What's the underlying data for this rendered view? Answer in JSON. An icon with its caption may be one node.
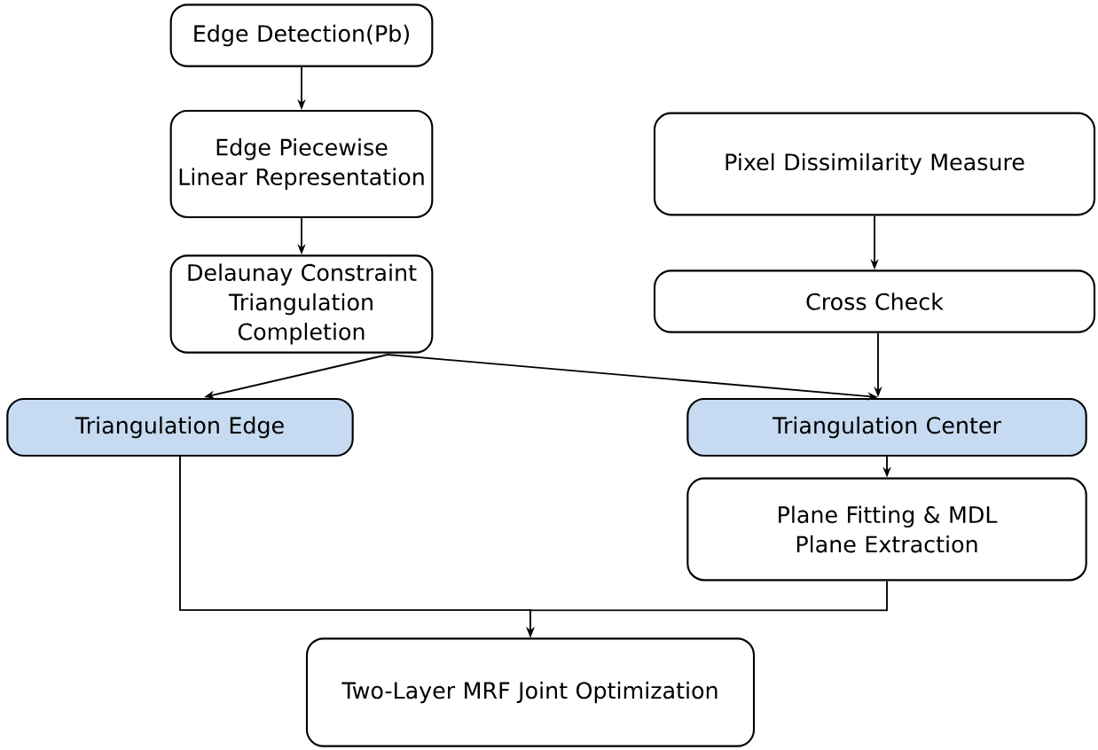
{
  "diagram": {
    "nodes": [
      {
        "text": [
          "Edge Detection(Pb)"
        ]
      },
      {
        "text": [
          "Edge Piecewise Linear Representation"
        ]
      },
      {
        "text": [
          "Delaunay Constraint Triangulation Completion"
        ]
      },
      {
        "text": [
          "Pixel Dissimilarity Measure"
        ]
      },
      {
        "text": [
          "Cross Check"
        ]
      },
      {
        "text": [
          "Triangulation Edge"
        ]
      },
      {
        "text": [
          "Triangulation Center"
        ]
      },
      {
        "text": [
          "Plane Fitting & MDL Plane Extraction"
        ]
      },
      {
        "text": [
          "Two-Layer MRF Joint Optimization"
        ]
      }
    ],
    "edges": [
      {
        "from": 0,
        "to": 1,
        "arrow": "to"
      },
      {
        "from": 1,
        "to": 2,
        "arrow": "to"
      },
      {
        "from": 2,
        "to": 5,
        "arrow": "to"
      },
      {
        "from": 2,
        "to": 6,
        "arrow": "to"
      },
      {
        "from": 3,
        "to": 4,
        "arrow": "to"
      },
      {
        "from": 4,
        "to": 6,
        "arrow": "to"
      },
      {
        "from": 6,
        "to": 7,
        "arrow": "to"
      },
      {
        "from": 5,
        "to": 8,
        "arrow": "to"
      },
      {
        "from": 7,
        "to": 8,
        "arrow": "to"
      }
    ]
  }
}
